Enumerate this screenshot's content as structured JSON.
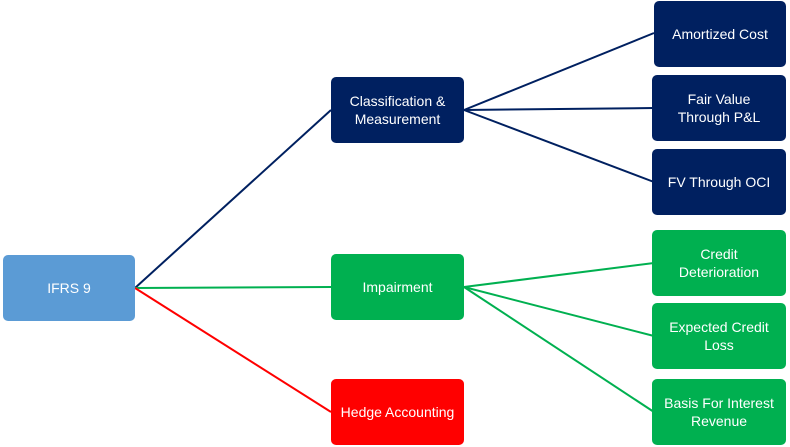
{
  "colors": {
    "root": "#5b9bd5",
    "classification": "#002060",
    "impairment": "#00b050",
    "hedge": "#ff0000"
  },
  "root": {
    "label": "IFRS 9"
  },
  "branches": [
    {
      "id": "classification",
      "label": "Classification &\nMeasurement",
      "children": [
        {
          "label": "Amortized Cost"
        },
        {
          "label": "Fair Value\nThrough P&L"
        },
        {
          "label": "FV Through OCI"
        }
      ]
    },
    {
      "id": "impairment",
      "label": "Impairment",
      "children": [
        {
          "label": "Credit\nDeterioration"
        },
        {
          "label": "Expected Credit\nLoss"
        },
        {
          "label": "Basis For Interest\nRevenue"
        }
      ]
    },
    {
      "id": "hedge",
      "label": "Hedge Accounting",
      "children": []
    }
  ]
}
